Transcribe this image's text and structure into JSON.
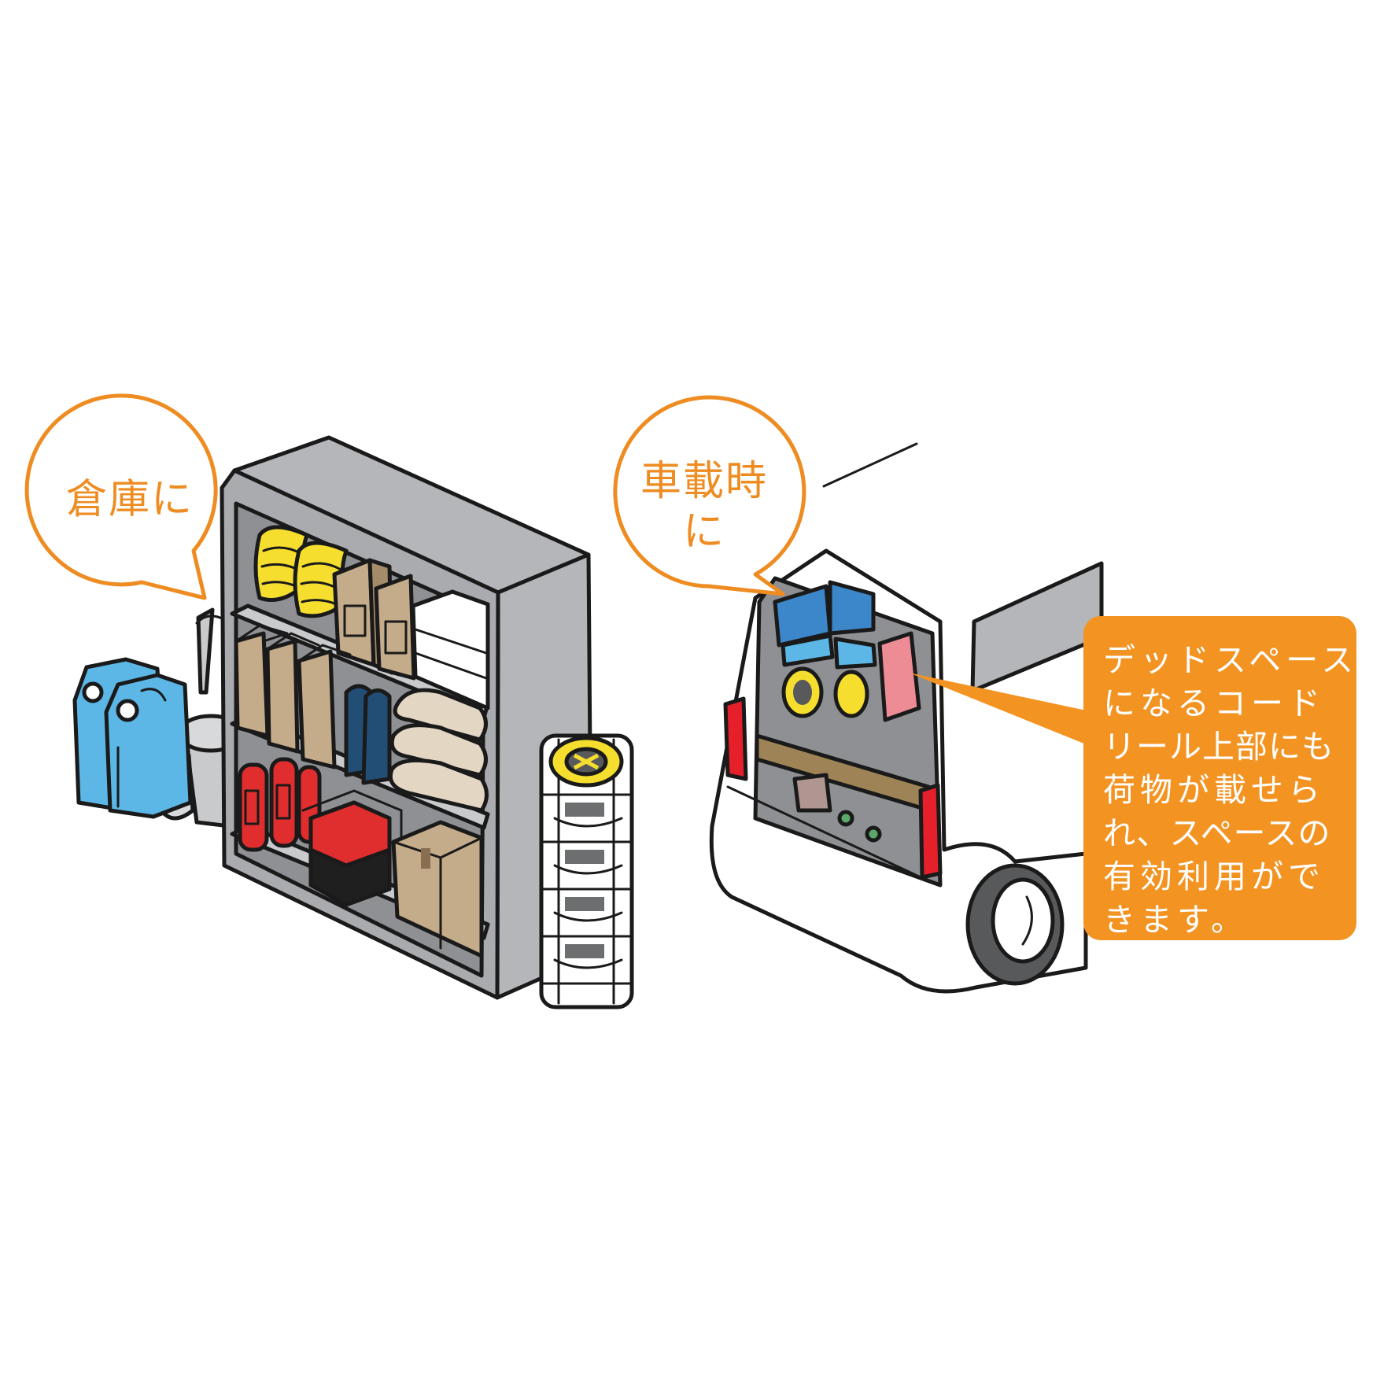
{
  "colors": {
    "accent_orange": "#F39322",
    "bubble_stroke": "#EE8C22",
    "outline": "#1a1a1a",
    "shelf_gray": "#B4B6B9",
    "shelf_dark": "#8E9093",
    "cardboard": "#C4AC8A",
    "reel_yellow": "#F6DE2F",
    "tank_blue": "#5CB7E6",
    "box_blue": "#3C87C9",
    "extinguisher_red": "#E02D2D",
    "taillight_red": "#E5202A",
    "boot_navy": "#224E76",
    "futon_beige": "#E3D6C3",
    "board_brown": "#9D8356",
    "tank_pink": "#EE8C96"
  },
  "left_scene": {
    "bubble_label": "倉庫に",
    "items": [
      "shelf",
      "cord-reels",
      "file-boxes",
      "water-tanks",
      "bucket",
      "boots",
      "futons",
      "fire-extinguishers",
      "generator",
      "cardboard-box",
      "stacked-cord-reels"
    ]
  },
  "right_scene": {
    "bubble_label_line1": "車載時",
    "bubble_label_line2": "に",
    "items": [
      "van-rear",
      "blue-toolbox",
      "cord-reels",
      "fuel-tank",
      "wooden-board",
      "tail-lights",
      "wheel"
    ]
  },
  "callout": {
    "lines": [
      "デッドスペース",
      "になるコード",
      "リール上部にも",
      "荷物が載せら",
      "れ、スペースの",
      "有効利用がで",
      "きます。"
    ]
  }
}
